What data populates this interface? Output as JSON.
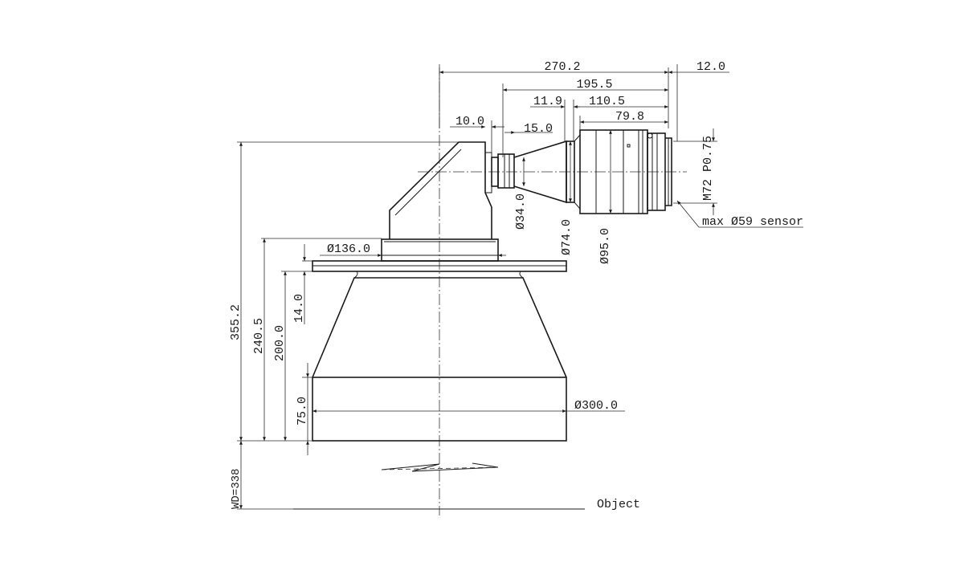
{
  "dimensions": {
    "total_length": "270.2",
    "rear_flange": "12.0",
    "optic_length": "195.5",
    "lens_gap": "11.9",
    "rear_group": "110.5",
    "barrel": "79.8",
    "mount_to_cube": "10.0",
    "tube": "15.0",
    "dia_tube": "Ø34.0",
    "dia_cone": "Ø74.0",
    "dia_barrel": "Ø95.0",
    "mount_thread": "M72 P0.75",
    "sensor": "max Ø59 sensor",
    "dia_flange": "Ø136.0",
    "flange_thk": "14.0",
    "height_total": "355.2",
    "height_flange": "240.5",
    "height_cone": "200.0",
    "height_cyl": "75.0",
    "dia_front": "Ø300.0",
    "working_distance": "WD=338",
    "object_label": "Object"
  }
}
